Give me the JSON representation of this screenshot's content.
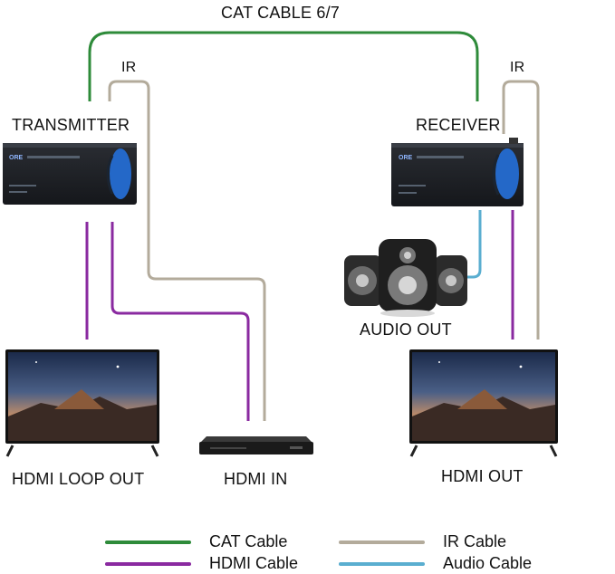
{
  "labels": {
    "cat_cable_title": "CAT CABLE 6/7",
    "ir_left": "IR",
    "ir_right": "IR",
    "transmitter": "TRANSMITTER",
    "receiver": "RECEIVER",
    "audio_out": "AUDIO OUT",
    "hdmi_loop_out": "HDMI LOOP OUT",
    "hdmi_in": "HDMI IN",
    "hdmi_out": "HDMI OUT"
  },
  "legend": {
    "items": [
      {
        "label": "CAT Cable",
        "color": "#2e8b3a"
      },
      {
        "label": "HDMI Cable",
        "color": "#8a2aa0"
      },
      {
        "label": "IR Cable",
        "color": "#b3ab9b"
      },
      {
        "label": "Audio Cable",
        "color": "#5aaed0"
      }
    ]
  },
  "devices": {
    "transmitter_icon": "hdmi-extender-icon",
    "receiver_icon": "hdmi-extender-icon",
    "speaker_icon": "speaker-set-icon",
    "tv_icon": "television-icon",
    "player_icon": "media-player-icon"
  }
}
